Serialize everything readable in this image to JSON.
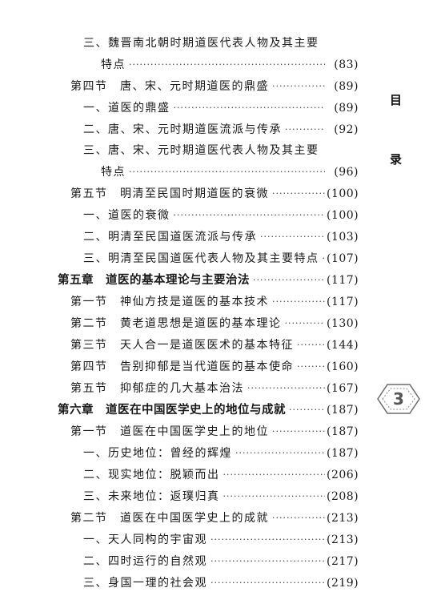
{
  "side_title": {
    "char1": "目",
    "char2": "录"
  },
  "page_badge": "3",
  "toc": [
    {
      "label": "三、魏晋南北朝时期道医代表人物及其主要",
      "page": "",
      "level": 2
    },
    {
      "label": "特点",
      "page": "(83)",
      "level": 3
    },
    {
      "label": "第四节　唐、宋、元时期道医的鼎盛",
      "page": "(89)",
      "level": 1
    },
    {
      "label": "一、道医的鼎盛",
      "page": "(89)",
      "level": 2
    },
    {
      "label": "二、唐、宋、元时期道医流派与传承",
      "page": "(92)",
      "level": 2
    },
    {
      "label": "三、唐、宋、元时期道医代表人物及其主要",
      "page": "",
      "level": 2
    },
    {
      "label": "特点",
      "page": "(96)",
      "level": 3
    },
    {
      "label": "第五节　明清至民国时期道医的衰微",
      "page": "(100)",
      "level": 1
    },
    {
      "label": "一、道医的衰微",
      "page": "(100)",
      "level": 2
    },
    {
      "label": "二、明清至民国道医流派与传承",
      "page": "(103)",
      "level": 2
    },
    {
      "label": "三、明清至民国道医代表人物及其主要特点",
      "page": "(107)",
      "level": 2
    },
    {
      "label": "第五章　道医的基本理论与主要治法",
      "page": "(117)",
      "level": 0
    },
    {
      "label": "第一节　神仙方技是道医的基本技术",
      "page": "(117)",
      "level": 1
    },
    {
      "label": "第二节　黄老道思想是道医的基本理论",
      "page": "(130)",
      "level": 1
    },
    {
      "label": "第三节　天人合一是道医医术的基本特征",
      "page": "(144)",
      "level": 1
    },
    {
      "label": "第四节　告别抑郁是当代道医的基本使命",
      "page": "(160)",
      "level": 1
    },
    {
      "label": "第五节　抑郁症的几大基本治法",
      "page": "(167)",
      "level": 1
    },
    {
      "label": "第六章　道医在中国医学史上的地位与成就",
      "page": "(187)",
      "level": 0
    },
    {
      "label": "第一节　道医在中国医学史上的地位",
      "page": "(187)",
      "level": 1
    },
    {
      "label": "一、历史地位：曾经的辉煌",
      "page": "(187)",
      "level": 2
    },
    {
      "label": "二、现实地位：脱颖而出",
      "page": "(206)",
      "level": 2
    },
    {
      "label": "三、未来地位：返璞归真",
      "page": "(208)",
      "level": 2
    },
    {
      "label": "第二节　道医在中国医学史上的成就",
      "page": "(213)",
      "level": 1
    },
    {
      "label": "一、天人同构的宇宙观",
      "page": "(213)",
      "level": 2
    },
    {
      "label": "二、四时运行的自然观",
      "page": "(217)",
      "level": 2
    },
    {
      "label": "三、身国一理的社会观",
      "page": "(219)",
      "level": 2
    }
  ]
}
